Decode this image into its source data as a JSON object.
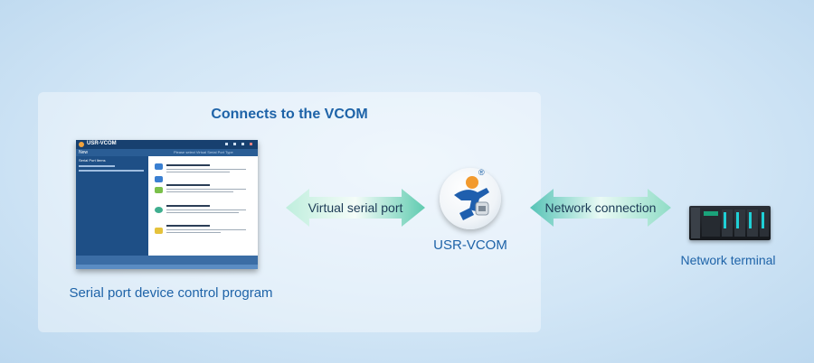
{
  "panel": {
    "title": "Connects to the VCOM"
  },
  "app_window": {
    "name": "USR-VCOM",
    "toolbar_new": "New",
    "toolbar_hint": "Please select Virtual Serial Port Type",
    "sidebar_title": "Serial Port Items"
  },
  "left_caption": "Serial port device control program",
  "arrows": {
    "left": {
      "label": "Virtual serial port"
    },
    "right": {
      "label": "Network connection"
    }
  },
  "center": {
    "label": "USR-VCOM",
    "mark": "®"
  },
  "right_device": {
    "label": "Network terminal"
  },
  "colors": {
    "title_blue": "#1e63a8",
    "arrow_light": "#dff6ee",
    "arrow_mid": "#7fd8bf",
    "arrow_teal": "#39b8a8"
  },
  "icons": [
    "usr-vcom-logo-icon",
    "network-terminal-device-icon",
    "left-right-arrow-icon"
  ]
}
